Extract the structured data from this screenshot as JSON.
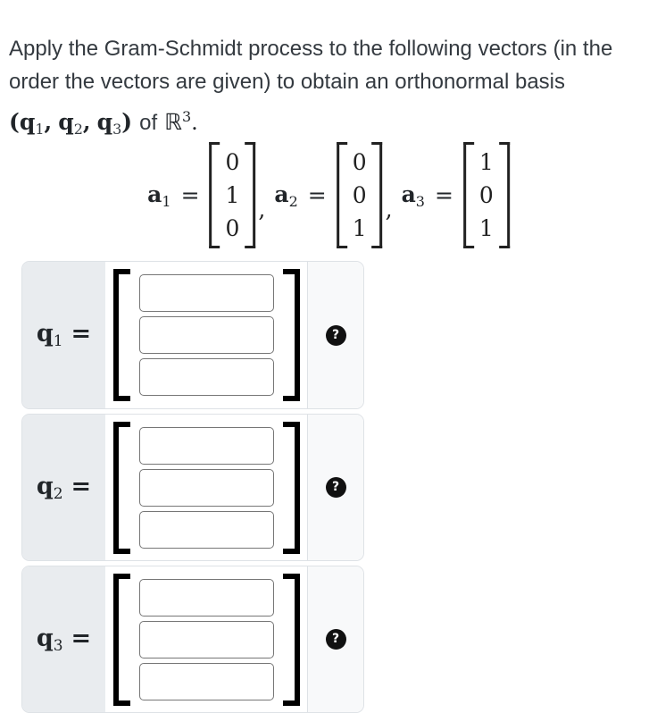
{
  "problem": {
    "line1": "Apply the Gram-Schmidt process to the following vectors (in the",
    "line2": "order the vectors are given) to obtain an orthonormal basis",
    "line3": {
      "open": "(",
      "q_base": "q",
      "sub1": "1",
      "sub2": "2",
      "sub3": "3",
      "comma": ",",
      "close": ")",
      "of": "of",
      "set_symbol": "ℝ",
      "set_power": "3",
      "period": "."
    }
  },
  "given_vectors": {
    "equals": "=",
    "separator": ",",
    "items": [
      {
        "label_base": "a",
        "label_sub": "1",
        "values": [
          "0",
          "1",
          "0"
        ]
      },
      {
        "label_base": "a",
        "label_sub": "2",
        "values": [
          "0",
          "0",
          "1"
        ]
      },
      {
        "label_base": "a",
        "label_sub": "3",
        "values": [
          "1",
          "0",
          "1"
        ]
      }
    ]
  },
  "answers": {
    "equals": "=",
    "help_glyph": "?",
    "rows": [
      {
        "label_base": "q",
        "label_sub": "1",
        "entries": [
          "",
          "",
          ""
        ]
      },
      {
        "label_base": "q",
        "label_sub": "2",
        "entries": [
          "",
          "",
          ""
        ]
      },
      {
        "label_base": "q",
        "label_sub": "3",
        "entries": [
          "",
          "",
          ""
        ]
      }
    ]
  },
  "ui_colors": {
    "body_text": "#343a40",
    "math_text": "#212121",
    "label_cell_bg": "#e9ecef",
    "help_cell_bg": "#f8f9fa",
    "card_border": "#dee2e6",
    "input_border": "#767676",
    "help_icon_bg": "#111111",
    "bracket": "#000000"
  }
}
